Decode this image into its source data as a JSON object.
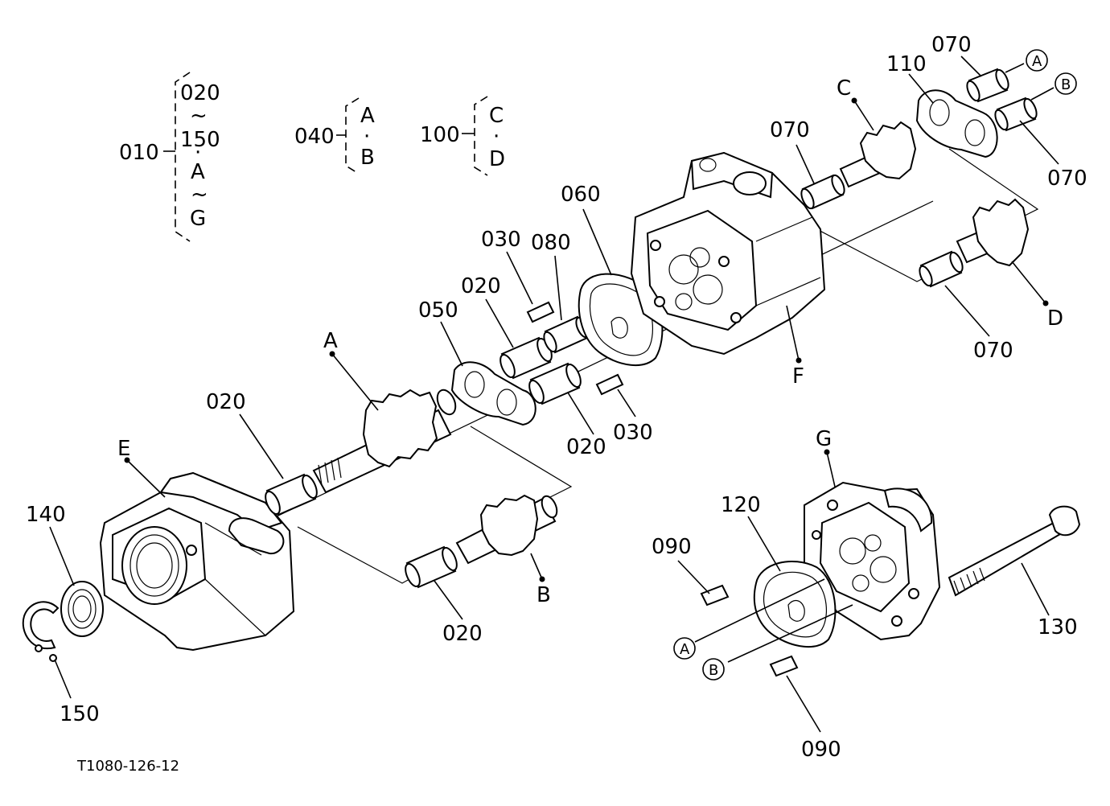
{
  "legend": {
    "g010": {
      "key": "010",
      "items": [
        "020",
        "~",
        "150",
        "·",
        "A",
        "~",
        "G"
      ]
    },
    "g040": {
      "key": "040",
      "items": [
        "A",
        "·",
        "B"
      ]
    },
    "g100": {
      "key": "100",
      "items": [
        "C",
        "·",
        "D"
      ]
    }
  },
  "labels": {
    "l020_shaft": "020",
    "lA_shaft": "A",
    "lE": "E",
    "l140": "140",
    "l150": "150",
    "l050": "050",
    "l020_mid": "020",
    "l030_top": "030",
    "l080": "080",
    "l060": "060",
    "l020_right": "020",
    "l030_bottom": "030",
    "l020_lower": "020",
    "lB_lower": "B",
    "lF": "F",
    "l070_left": "070",
    "lC": "C",
    "l110": "110",
    "l070_top": "070",
    "lA_circ": "A",
    "lB_circ": "B",
    "l070_right": "070",
    "l070_bottom": "070",
    "lD": "D",
    "lG": "G",
    "l120": "120",
    "l090_top": "090",
    "l130": "130",
    "lA_circ2": "A",
    "lB_circ2": "B",
    "l090_bottom": "090"
  },
  "figure_code": "T1080-126-12"
}
